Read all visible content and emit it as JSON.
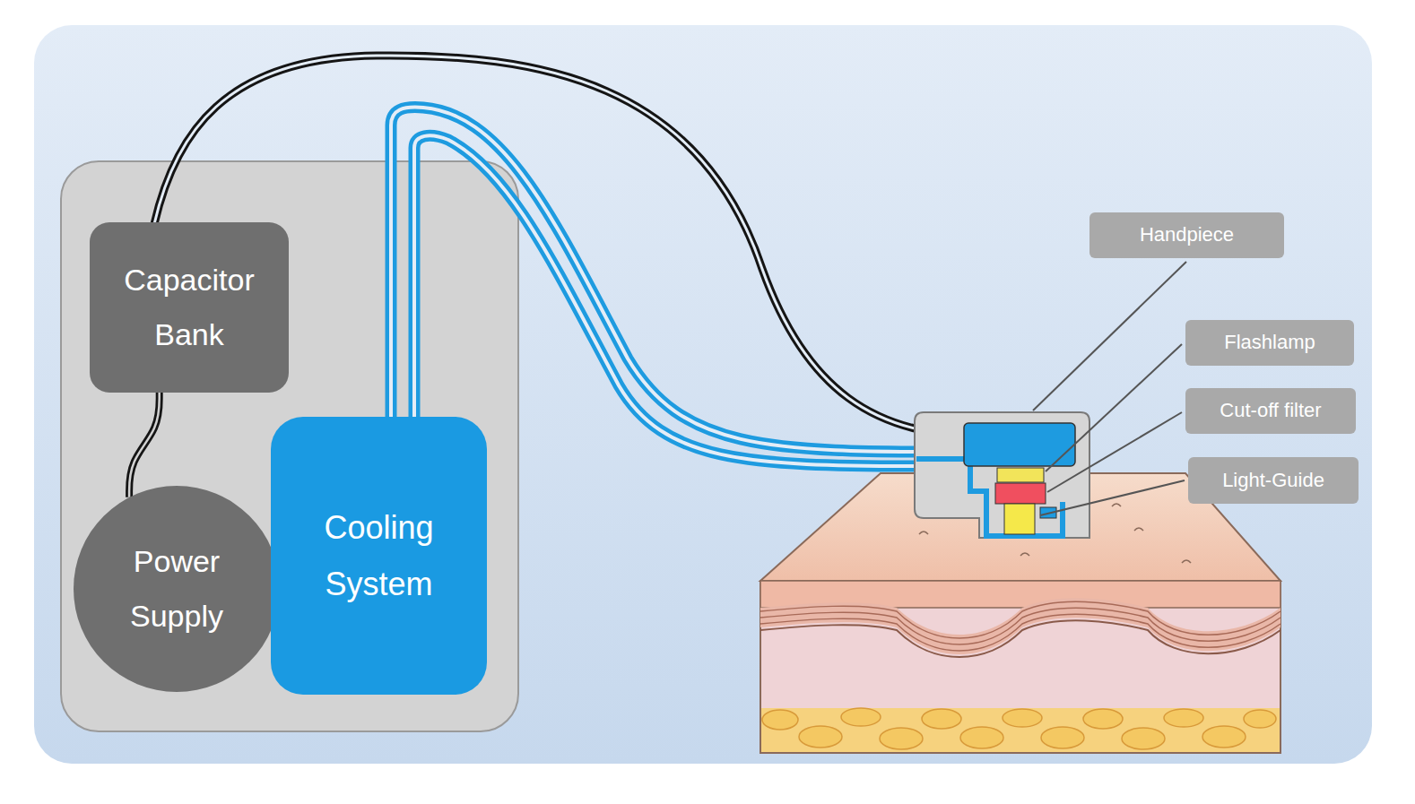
{
  "diagram": {
    "nodes": [
      {
        "text": [
          "Capacitor Bank"
        ]
      },
      {
        "text": [
          "Power Supply"
        ]
      },
      {
        "text": [
          "Cooling System"
        ]
      },
      {
        "text": [
          "Handpiece"
        ]
      },
      {
        "text": [
          "Flashlamp"
        ]
      },
      {
        "text": [
          "Cut-off filter"
        ]
      },
      {
        "text": [
          "Light-Guide"
        ]
      }
    ],
    "edges": [
      {
        "from": 0,
        "to": 1,
        "arrow": "none"
      }
    ]
  }
}
